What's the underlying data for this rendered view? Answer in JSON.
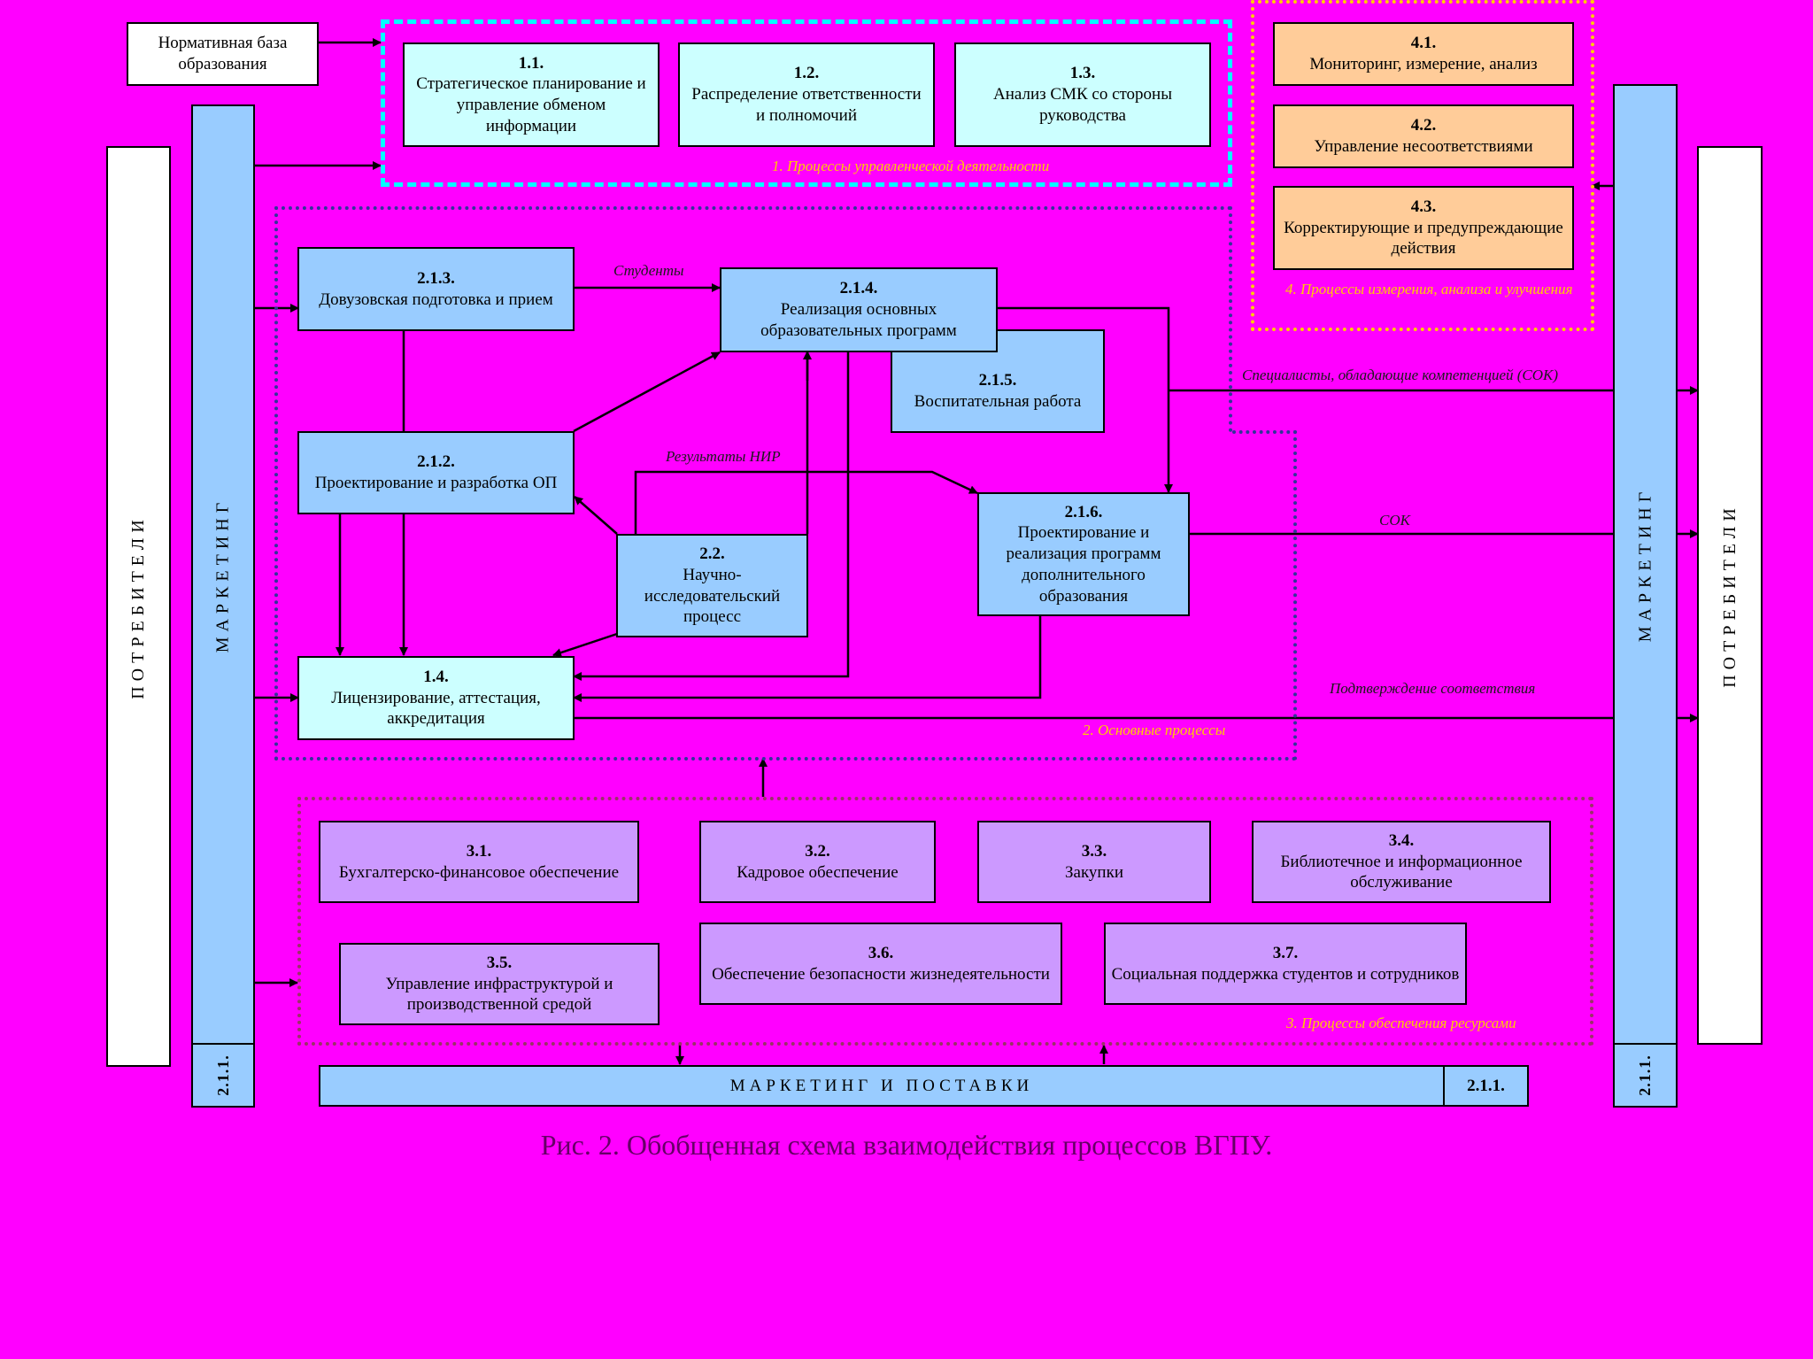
{
  "inputs": {
    "normative_base": "Нормативная база образования"
  },
  "groups": {
    "g1": "1.      Процессы управленческой деятельности",
    "g2": "2.  Основные процессы",
    "g3": "3.  Процессы обеспечения ресурсами",
    "g4": "4. Процессы измерения, анализа и улучшения"
  },
  "boxes": {
    "b1_1": {
      "num": "1.1.",
      "text": "Стратегическое планирование и управление обменом информации"
    },
    "b1_2": {
      "num": "1.2.",
      "text": "Распределение ответственности и полномочий"
    },
    "b1_3": {
      "num": "1.3.",
      "text": "Анализ СМК со стороны руководства"
    },
    "b4_1": {
      "num": "4.1.",
      "text": "Мониторинг, измерение, анализ"
    },
    "b4_2": {
      "num": "4.2.",
      "text": "Управление несоответствиями"
    },
    "b4_3": {
      "num": "4.3.",
      "text": "Корректирующие и предупреждающие действия"
    },
    "b2_1_3": {
      "num": "2.1.3.",
      "text": "Довузовская подготовка и прием"
    },
    "b2_1_4": {
      "num": "2.1.4.",
      "text": "Реализация основных образовательных программ"
    },
    "b2_1_5": {
      "num": "2.1.5.",
      "text": "Воспитательная работа"
    },
    "b2_1_2": {
      "num": "2.1.2.",
      "text": "Проектирование и разработка ОП"
    },
    "b2_2": {
      "num": "2.2.",
      "text": "Научно-исследовательский процесс"
    },
    "b2_1_6": {
      "num": "2.1.6.",
      "text": "Проектирование и реализация программ дополнительного образования"
    },
    "b1_4": {
      "num": "1.4.",
      "text": "Лицензирование, аттестация, аккредитация"
    },
    "b3_1": {
      "num": "3.1.",
      "text": "Бухгалтерско-финансовое обеспечение"
    },
    "b3_2": {
      "num": "3.2.",
      "text": "Кадровое обеспечение"
    },
    "b3_3": {
      "num": "3.3.",
      "text": "Закупки"
    },
    "b3_4": {
      "num": "3.4.",
      "text": "Библиотечное и информационное обслуживание"
    },
    "b3_5": {
      "num": "3.5.",
      "text": "Управление инфраструктурой и производственной средой"
    },
    "b3_6": {
      "num": "3.6.",
      "text": "Обеспечение безопасности жизнедеятельности"
    },
    "b3_7": {
      "num": "3.7.",
      "text": "Социальная поддержка студентов и сотрудников"
    }
  },
  "arrow_labels": {
    "students": "Студенты",
    "research_results": "Результаты НИР",
    "specialists": "Специалисты, обладающие компетенцией (СОК)",
    "sok": "СОК",
    "confirmation": "Подтверждение соответствия"
  },
  "side": {
    "consumers": "ПОТРЕБИТЕЛИ",
    "marketing": "МАРКЕТИНГ",
    "marketing_supply": "МАРКЕТИНГ И ПОСТАВКИ",
    "code": "2.1.1."
  },
  "caption": "Рис. 2. Обобщенная схема взаимодействия процессов ВГПУ.",
  "colors": {
    "background": "#ff00ff",
    "management_boxes": "#ccffff",
    "main_boxes": "#99ccff",
    "measurement_boxes": "#ffcc99",
    "resource_boxes": "#cc99ff",
    "group1_border": "#00ffff",
    "group2_border": "#333399",
    "group3_border": "#993366",
    "group4_border": "#ffcc00"
  }
}
